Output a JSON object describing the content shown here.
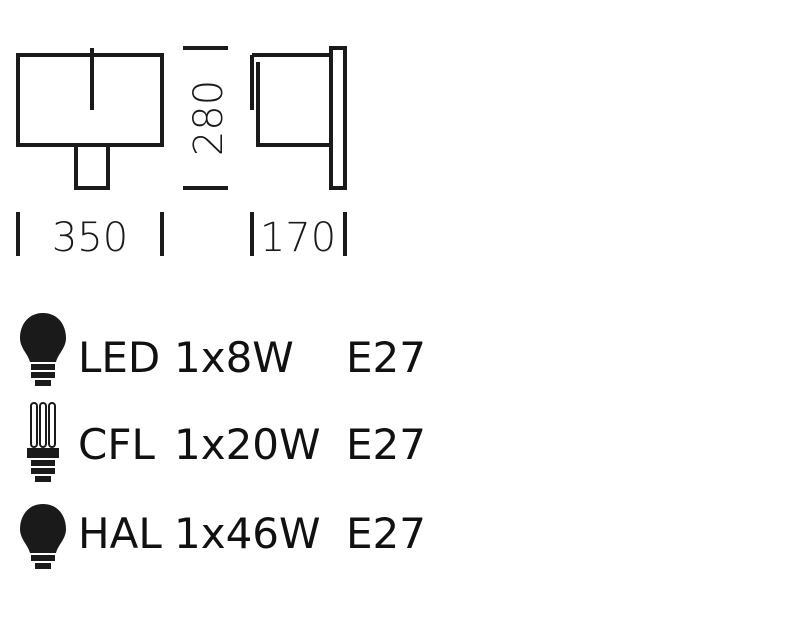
{
  "dimensions": {
    "width": "350",
    "height": "280",
    "depth": "170"
  },
  "specs": [
    {
      "bulb_icon": "led-bulb-icon",
      "type": "LED",
      "power": "1x8W",
      "socket": "E27"
    },
    {
      "bulb_icon": "cfl-bulb-icon",
      "type": "CFL",
      "power": "1x20W",
      "socket": "E27"
    },
    {
      "bulb_icon": "halogen-bulb-icon",
      "type": "HAL",
      "power": "1x46W",
      "socket": "E27"
    }
  ],
  "colors": {
    "ink": "#1a1a1a",
    "background": "#ffffff"
  }
}
